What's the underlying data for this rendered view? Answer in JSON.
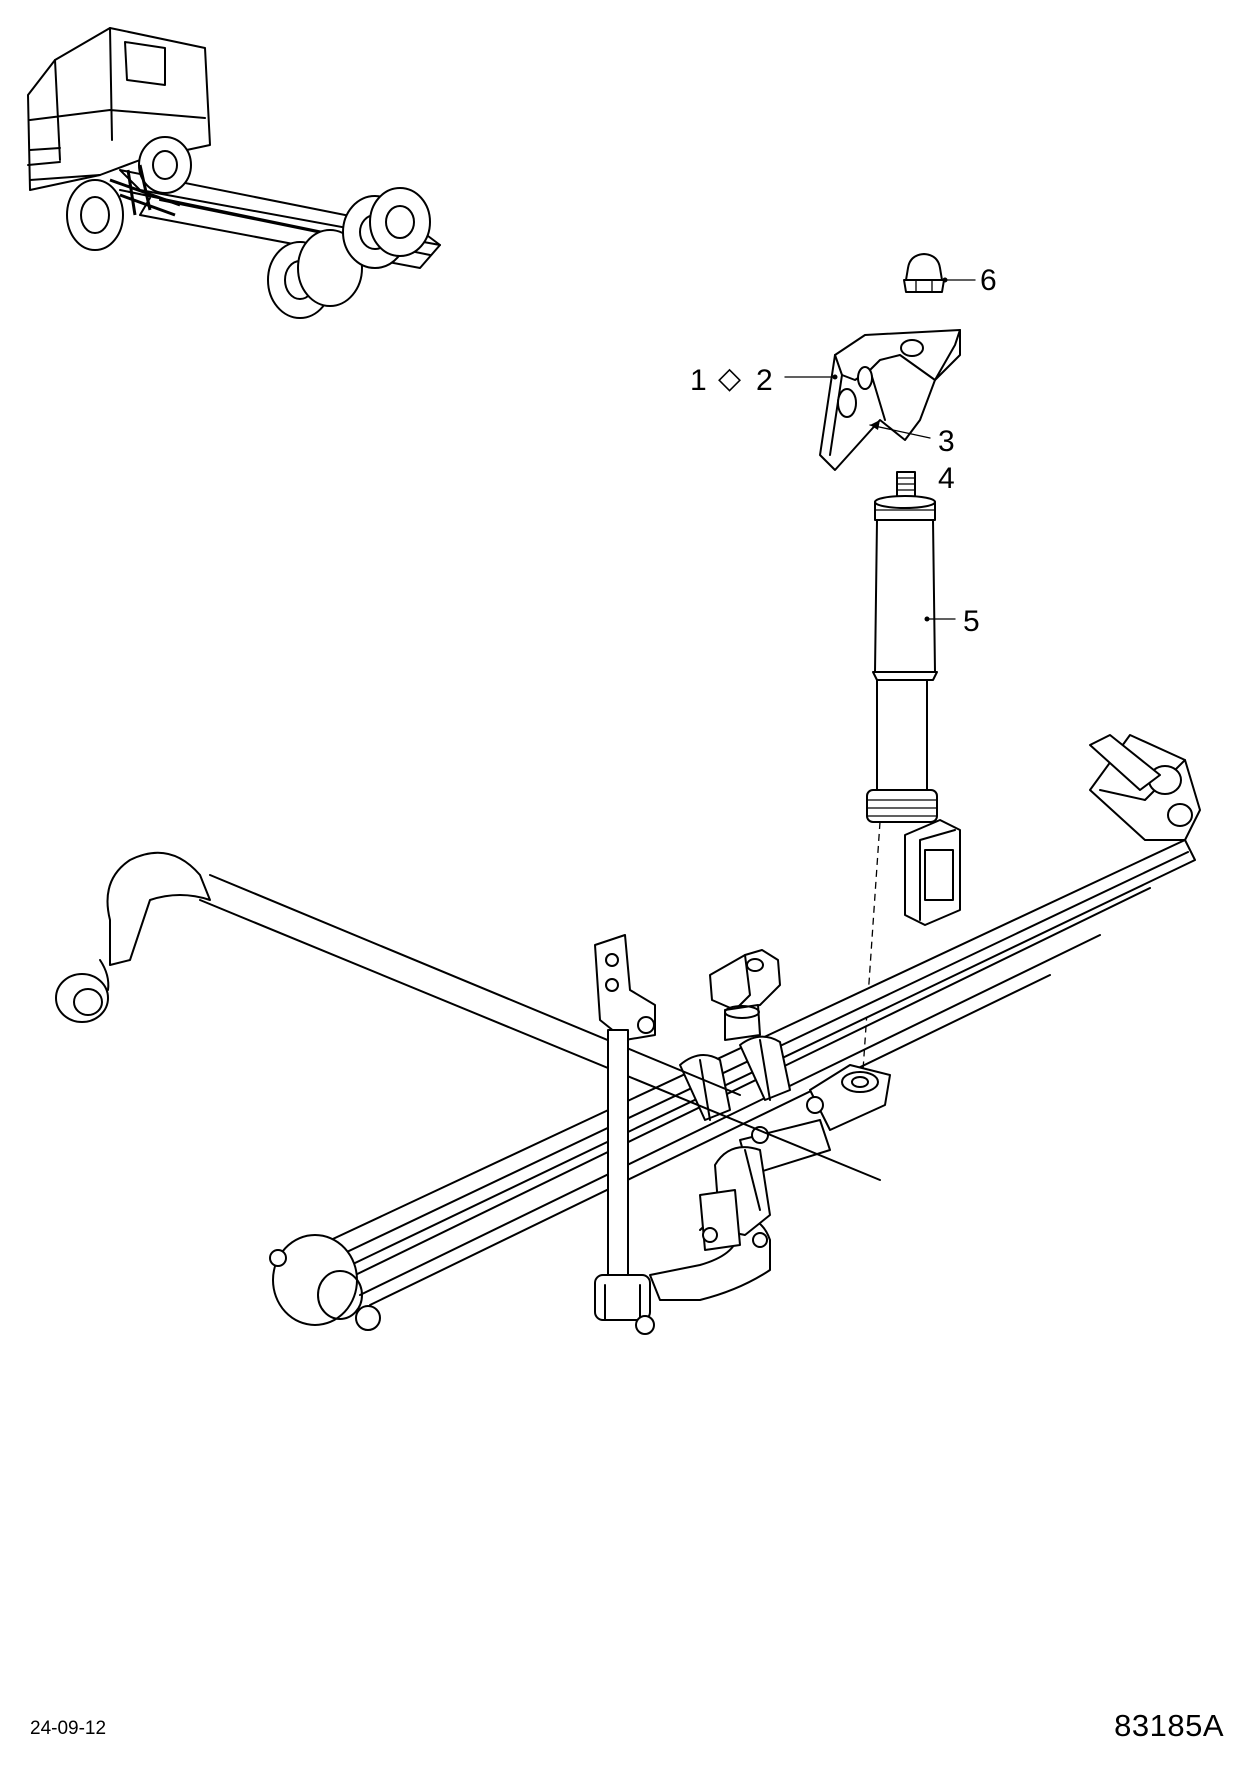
{
  "diagram": {
    "callouts": [
      {
        "id": "1",
        "label": "1"
      },
      {
        "id": "2",
        "label": "2"
      },
      {
        "id": "3",
        "label": "3"
      },
      {
        "id": "4",
        "label": "4"
      },
      {
        "id": "5",
        "label": "5"
      },
      {
        "id": "6",
        "label": "6"
      }
    ],
    "kit_symbol": "◇"
  },
  "footer": {
    "date": "24-09-12",
    "drawing_number": "83185A"
  }
}
